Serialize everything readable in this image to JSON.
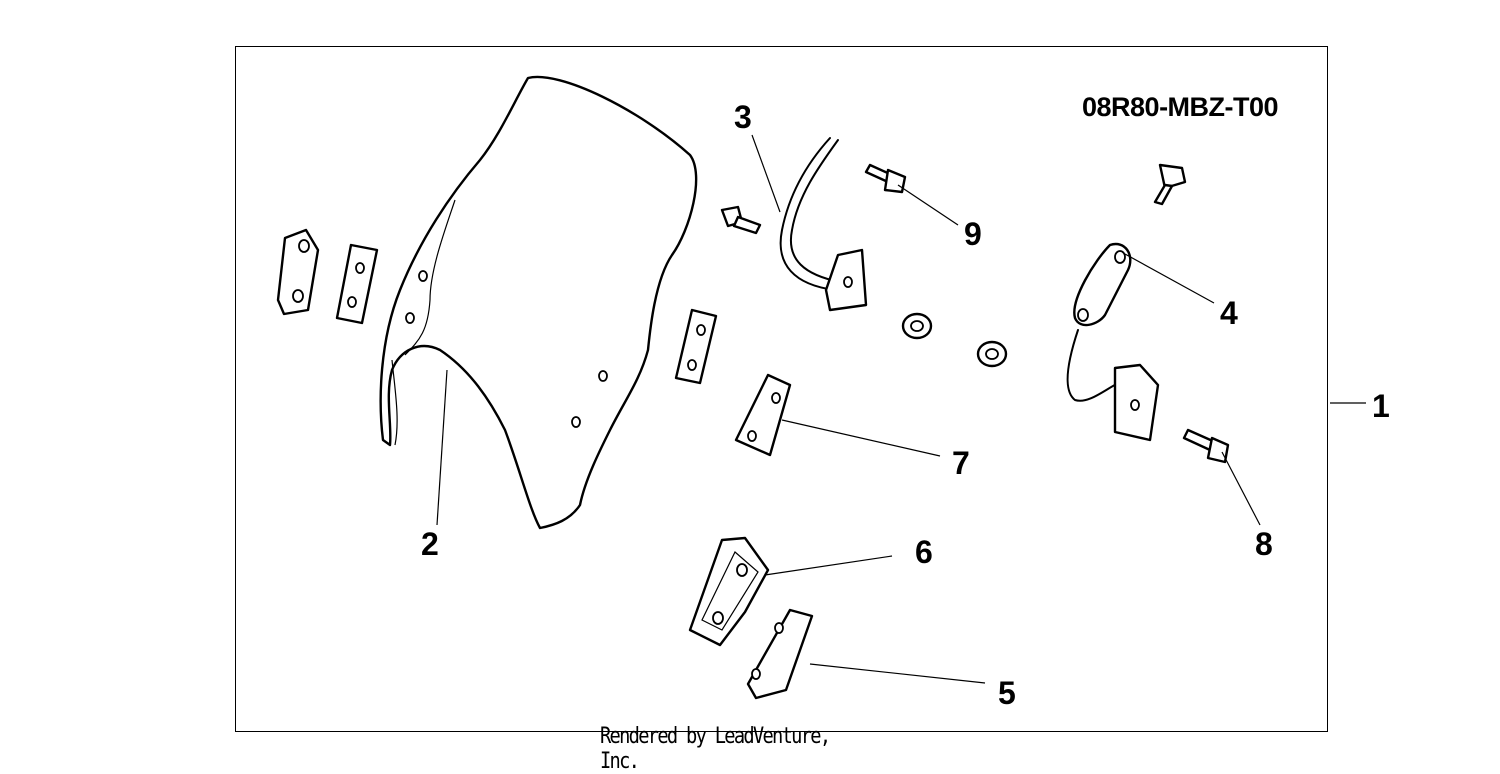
{
  "diagram": {
    "part_number": "08R80-MBZ-T00",
    "footer": "Rendered by LeadVenture, Inc.",
    "callouts": [
      {
        "id": "1",
        "label": "1"
      },
      {
        "id": "2",
        "label": "2"
      },
      {
        "id": "3",
        "label": "3"
      },
      {
        "id": "4",
        "label": "4"
      },
      {
        "id": "5",
        "label": "5"
      },
      {
        "id": "6",
        "label": "6"
      },
      {
        "id": "7",
        "label": "7"
      },
      {
        "id": "8",
        "label": "8"
      },
      {
        "id": "9",
        "label": "9"
      }
    ]
  }
}
